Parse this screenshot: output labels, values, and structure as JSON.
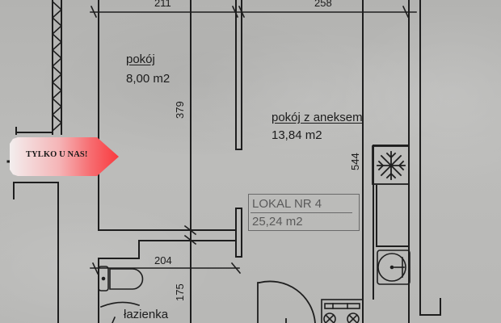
{
  "floor_plan": {
    "rooms": [
      {
        "name": "pokój",
        "area": "8,00 m2"
      },
      {
        "name": "pokój z aneksem",
        "area": "13,84 m2"
      },
      {
        "name": "łazienka",
        "area": ""
      }
    ],
    "unit": {
      "title": "LOKAL NR 4",
      "total_area": "25,24 m2"
    },
    "dimensions": {
      "top_left": "211",
      "top_right": "258",
      "room_height": "379",
      "annex_height": "544",
      "bath_width": "204",
      "bath_height": "175"
    },
    "symbols": [
      "ventilation-fan-icon",
      "sink-icon",
      "stove-icon",
      "toilet-icon",
      "door-swing"
    ]
  },
  "badge": {
    "label": "TYLKO U NAS!",
    "gradient_start": "#f3eeee",
    "gradient_end": "#f83a3e"
  },
  "colors": {
    "paper": "#b9b9b7",
    "ink": "#1c1c1c",
    "stamp_ink": "#5a5a5a"
  }
}
